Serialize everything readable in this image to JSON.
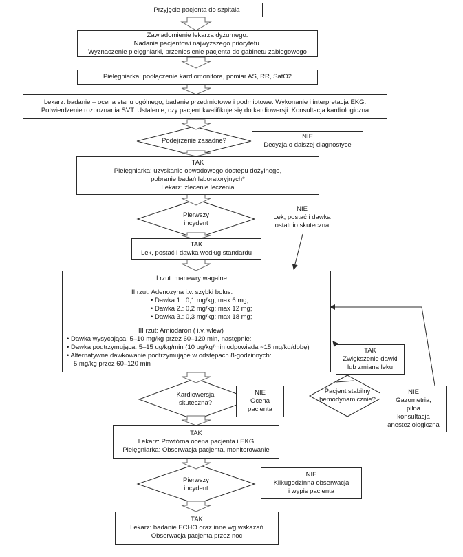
{
  "admission": "Przyjęcie pacjenta do szpitala",
  "notify": [
    "Zawiadomienie lekarza dyżurnego.",
    "Nadanie pacjentowi najwyższego priorytetu.",
    "Wyznaczenie pielęgniarki, przeniesienie pacjenta do gabinetu zabiegowego"
  ],
  "nurse_monitor": "Pielęgniarka: podłączenie kardiomonitora, pomiar AS, RR, SatO2",
  "doctor_exam": [
    "Lekarz: badanie – ocena stanu ogólnego, badanie przedmiotowe i podmiotowe. Wykonanie i interpretacja EKG.",
    "Potwierdzenie rozpoznania SVT. Ustalenie, czy pacjent kwalifikuje się do kardiowersji. Konsultacja kardiologiczna"
  ],
  "suspicion_q": "Podejrzenie zasadne?",
  "suspicion_no": [
    "NIE",
    "Decyzja o dalszej diagnostyce"
  ],
  "suspicion_yes": [
    "TAK",
    "Pielęgniarka: uzyskanie obwodowego dostępu dożylnego,",
    "pobranie badań laboratoryjnych*",
    "Lekarz: zlecenie leczenia"
  ],
  "first_incident_q": [
    "Pierwszy",
    "incydent"
  ],
  "first_incident_no": [
    "NIE",
    "Lek, postać i dawka",
    "ostatnio skuteczna"
  ],
  "first_incident_yes": [
    "TAK",
    "Lek, postać i dawka według standardu"
  ],
  "treatment": {
    "line1": "I rzut: manewry wagalne.",
    "line2_title": "II rzut: Adenozyna i.v. szybki bolus:",
    "line2_doses": [
      "• Dawka 1.: 0,1 mg/kg; max 6 mg;",
      "• Dawka 2.: 0,2 mg/kg; max 12 mg;",
      "• Dawka 3.: 0,3 mg/kg; max 18 mg;"
    ],
    "line3_title": "III rzut: Amiodaron ( i.v. wlew)",
    "line3_items": [
      "• Dawka wysycająca: 5–10 mg/kg przez 60–120 min, następnie:",
      "• Dawka podtrzymująca: 5–15 ug/kg/min (10 ug/kg/min odpowiada ~15 mg/kg/dobę)",
      "• Alternatywne dawkowanie podtrzymujące w odstępach 8-godzinnych:",
      "5 mg/kg przez 60–120 min"
    ]
  },
  "increase_dose": [
    "TAK",
    "Zwiększenie dawki",
    "lub zmiana leku"
  ],
  "cardioversion_q": [
    "Kardiowersja",
    "skuteczna?"
  ],
  "cardioversion_no": [
    "NIE",
    "Ocena",
    "pacjenta"
  ],
  "stable_q": [
    "Pacjent stabilny",
    "hemodynamicznie?"
  ],
  "stable_no": [
    "NIE",
    "Gazometria,",
    "pilna",
    "konsultacja",
    "anestezjologiczna"
  ],
  "cardioversion_yes": [
    "TAK",
    "Lekarz: Powtórna ocena pacjenta i EKG",
    "Pielęgniarka: Obserwacja pacjenta, monitorowanie"
  ],
  "second_incident_q": [
    "Pierwszy",
    "incydent"
  ],
  "second_incident_no": [
    "NIE",
    "Kilkugodzinna obserwacja",
    "i wypis pacjenta"
  ],
  "final_yes": [
    "TAK",
    "Lekarz: badanie ECHO oraz inne wg wskazań",
    "Obserwacja pacjenta przez noc"
  ]
}
